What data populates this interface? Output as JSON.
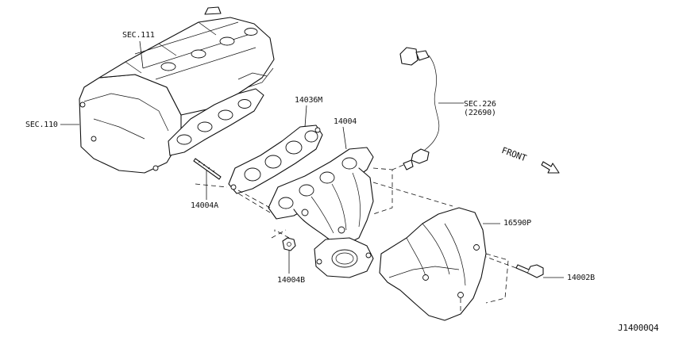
{
  "labels": {
    "sec111": "SEC.111",
    "sec110": "SEC.110",
    "sec226": "SEC.226",
    "sec226_sub": "(22690)",
    "p14036m": "14036M",
    "p14004": "14004",
    "p14004a": "14004A",
    "p14004b": "14004B",
    "p16590p": "16590P",
    "p14002b": "14002B",
    "front": "FRONT",
    "diagram_code": "J14000Q4"
  },
  "icons": {
    "front_arrow": "front-arrow-icon"
  }
}
